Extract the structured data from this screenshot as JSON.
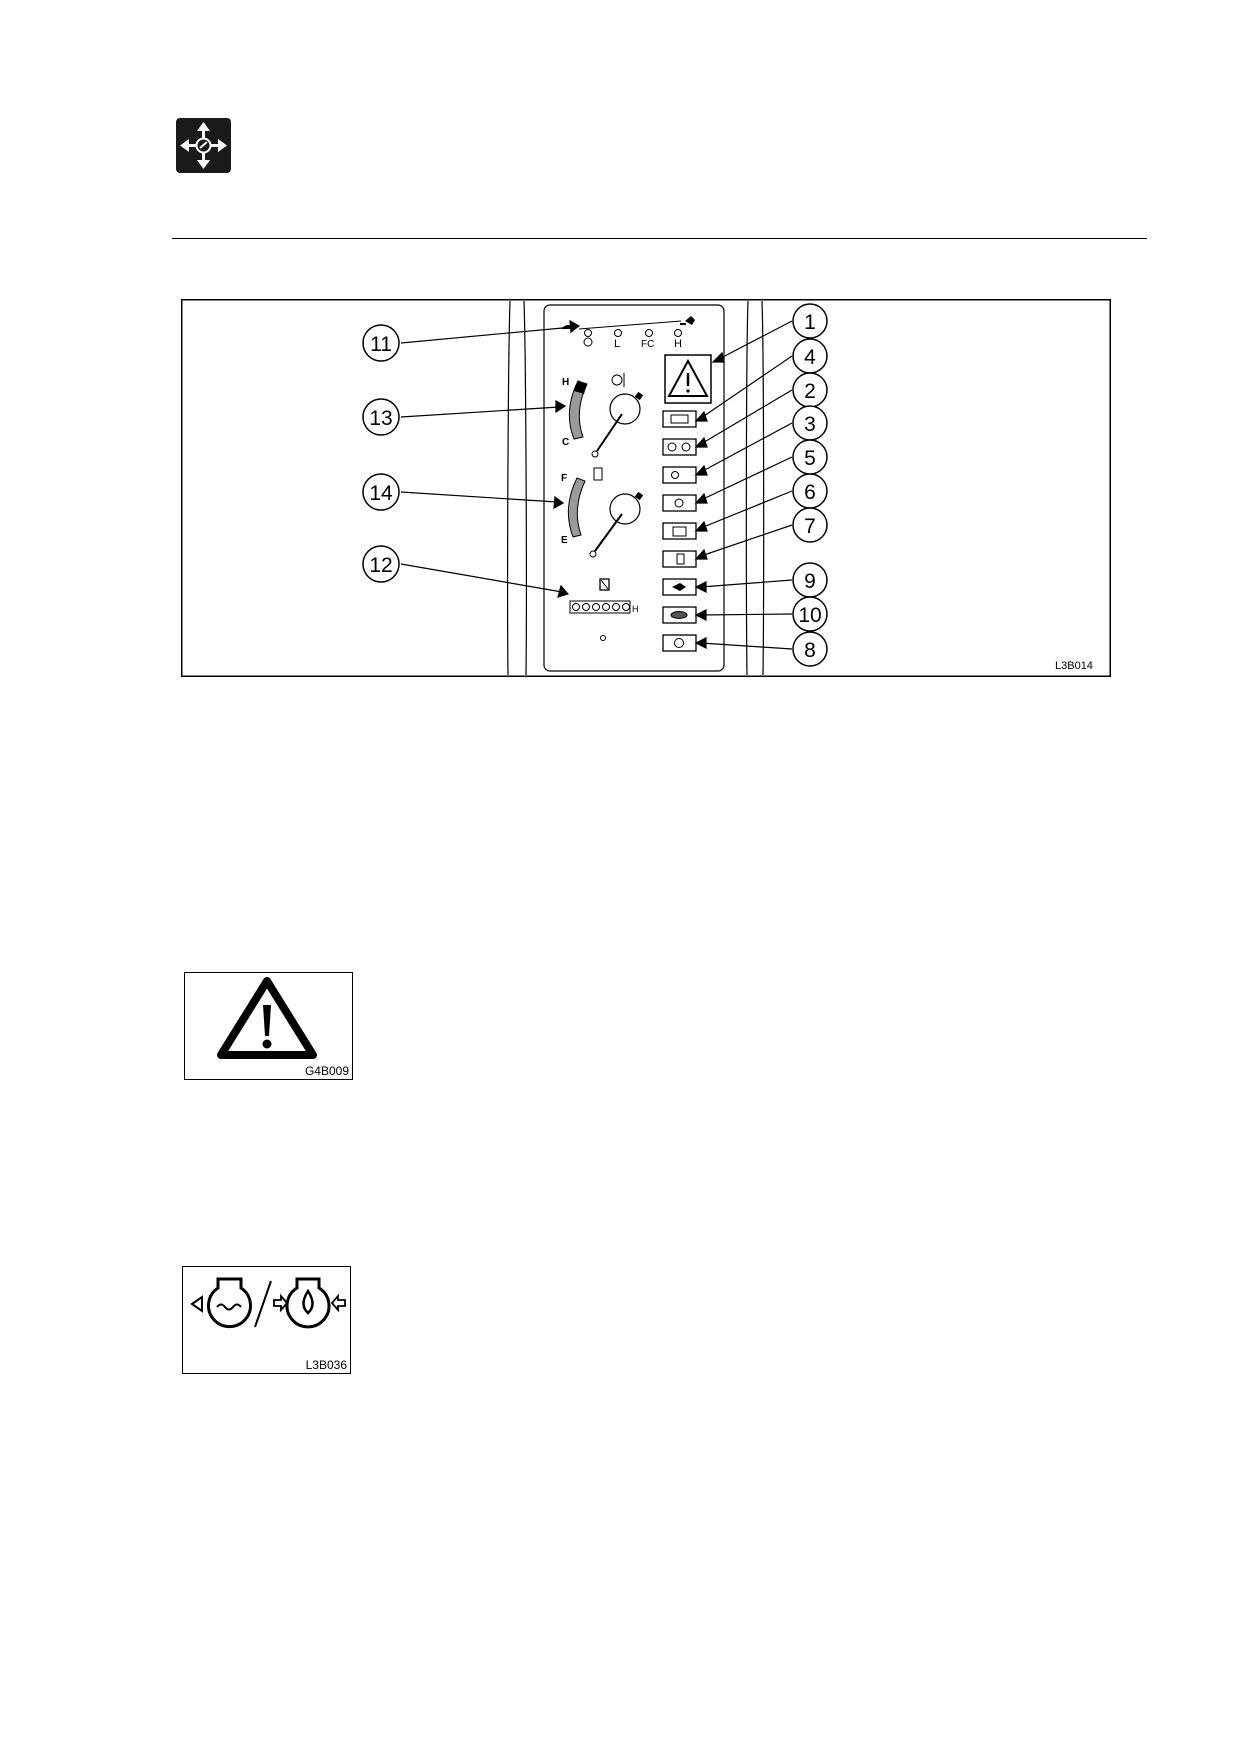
{
  "navigation": {
    "icon": "move-arrows-icon"
  },
  "figure_panel": {
    "code": "L3B014",
    "mode_labels": [
      "L",
      "FC",
      "H"
    ],
    "temp_gauge": {
      "hot": "H",
      "cold": "C"
    },
    "fuel_gauge": {
      "full": "F",
      "empty": "E"
    },
    "hour_meter_suffix": "H",
    "callouts_left": [
      "11",
      "13",
      "14",
      "12"
    ],
    "callouts_right": [
      "1",
      "4",
      "2",
      "3",
      "5",
      "6",
      "7",
      "9",
      "10",
      "8"
    ]
  },
  "warning_symbol": {
    "code": "G4B009",
    "icon": "warning-triangle-icon"
  },
  "engine_symbol": {
    "code": "L3B036",
    "icon": "engine-coolant-oil-icon"
  }
}
